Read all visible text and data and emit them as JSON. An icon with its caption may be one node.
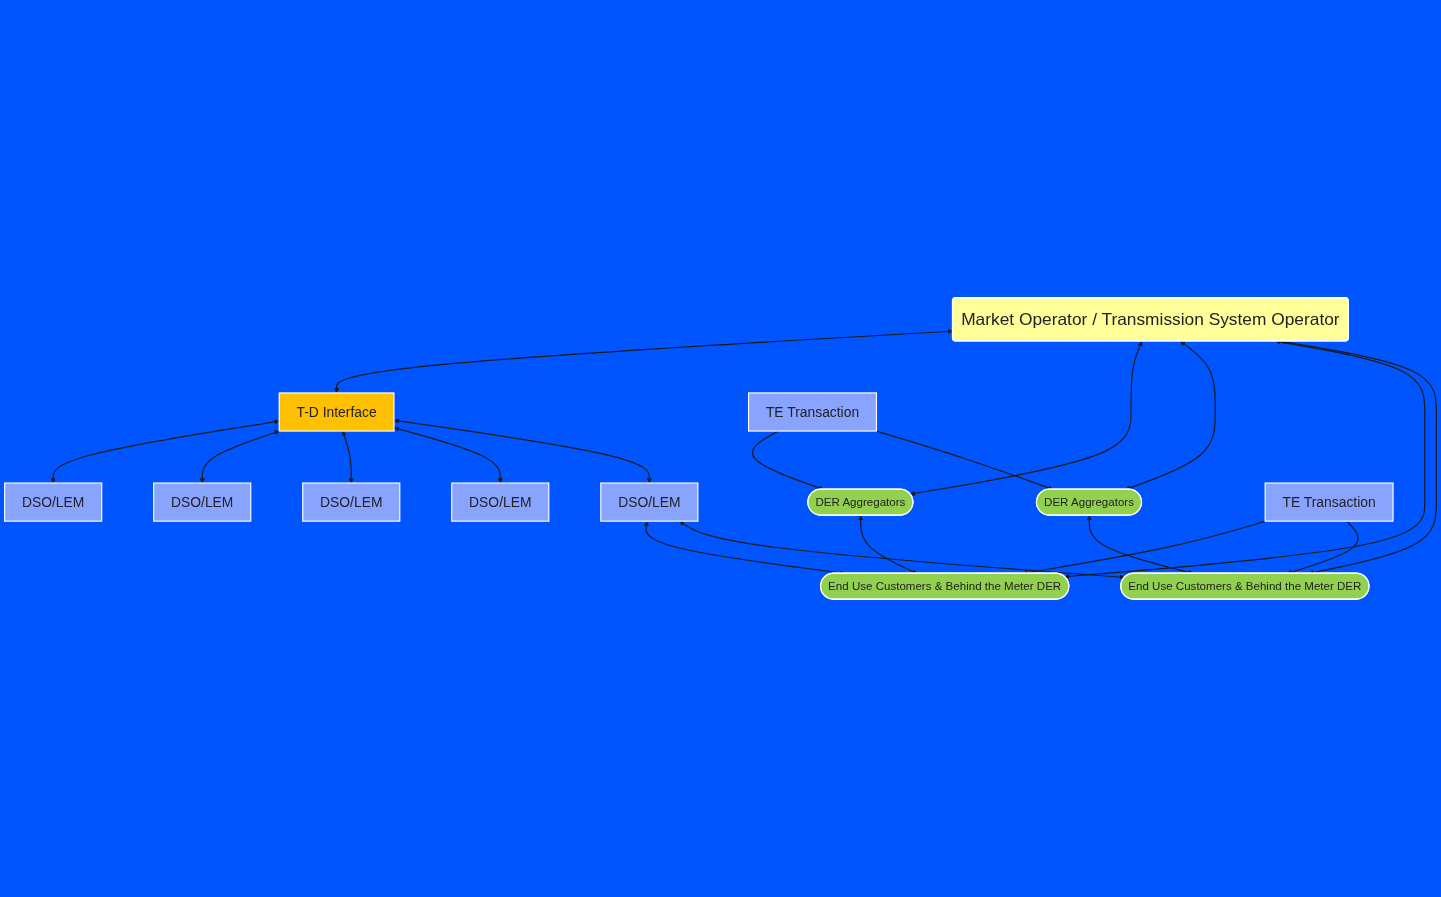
{
  "diagram": {
    "nodes": [
      {
        "text": [
          "Market Operator / Transmission System Operator"
        ]
      },
      {
        "text": [
          "DSO/LEM"
        ]
      },
      {
        "text": [
          "DSO/LEM"
        ]
      },
      {
        "text": [
          "T-D Interface"
        ]
      },
      {
        "text": [
          "DSO/LEM"
        ]
      },
      {
        "text": [
          "DSO/LEM"
        ]
      },
      {
        "text": [
          "DSO/LEM"
        ]
      },
      {
        "text": [
          "DER Aggregators"
        ]
      },
      {
        "text": [
          "TE Transaction"
        ]
      },
      {
        "text": [
          "DER Aggregators"
        ]
      },
      {
        "text": [
          "End Use Customers & Behind the Meter DER"
        ]
      },
      {
        "text": [
          "End Use Customers & Behind the Meter DER"
        ]
      },
      {
        "text": [
          "TE Transaction"
        ]
      }
    ],
    "edges": [
      {
        "from": 0,
        "to": 3,
        "arrow": "both"
      },
      {
        "from": 3,
        "to": 1,
        "arrow": "both"
      },
      {
        "from": 3,
        "to": 4,
        "arrow": "both"
      },
      {
        "from": 3,
        "to": 2,
        "arrow": "both"
      },
      {
        "from": 3,
        "to": 6,
        "arrow": "both"
      },
      {
        "from": 3,
        "to": 5,
        "arrow": "both"
      },
      {
        "from": 0,
        "to": 7,
        "arrow": "both"
      },
      {
        "from": 0,
        "to": 9,
        "arrow": "both"
      },
      {
        "from": 0,
        "to": 10,
        "arrow": "both"
      },
      {
        "from": 0,
        "to": 11,
        "arrow": "both"
      },
      {
        "from": 8,
        "to": 7,
        "arrow": "to"
      },
      {
        "from": 8,
        "to": 9,
        "arrow": "to"
      },
      {
        "from": 5,
        "to": 10,
        "arrow": "both"
      },
      {
        "from": 5,
        "to": 11,
        "arrow": "both"
      },
      {
        "from": 7,
        "to": 10,
        "arrow": "both"
      },
      {
        "from": 9,
        "to": 11,
        "arrow": "both"
      },
      {
        "from": 12,
        "to": 10,
        "arrow": "to"
      },
      {
        "from": 12,
        "to": 11,
        "arrow": "to"
      }
    ]
  }
}
